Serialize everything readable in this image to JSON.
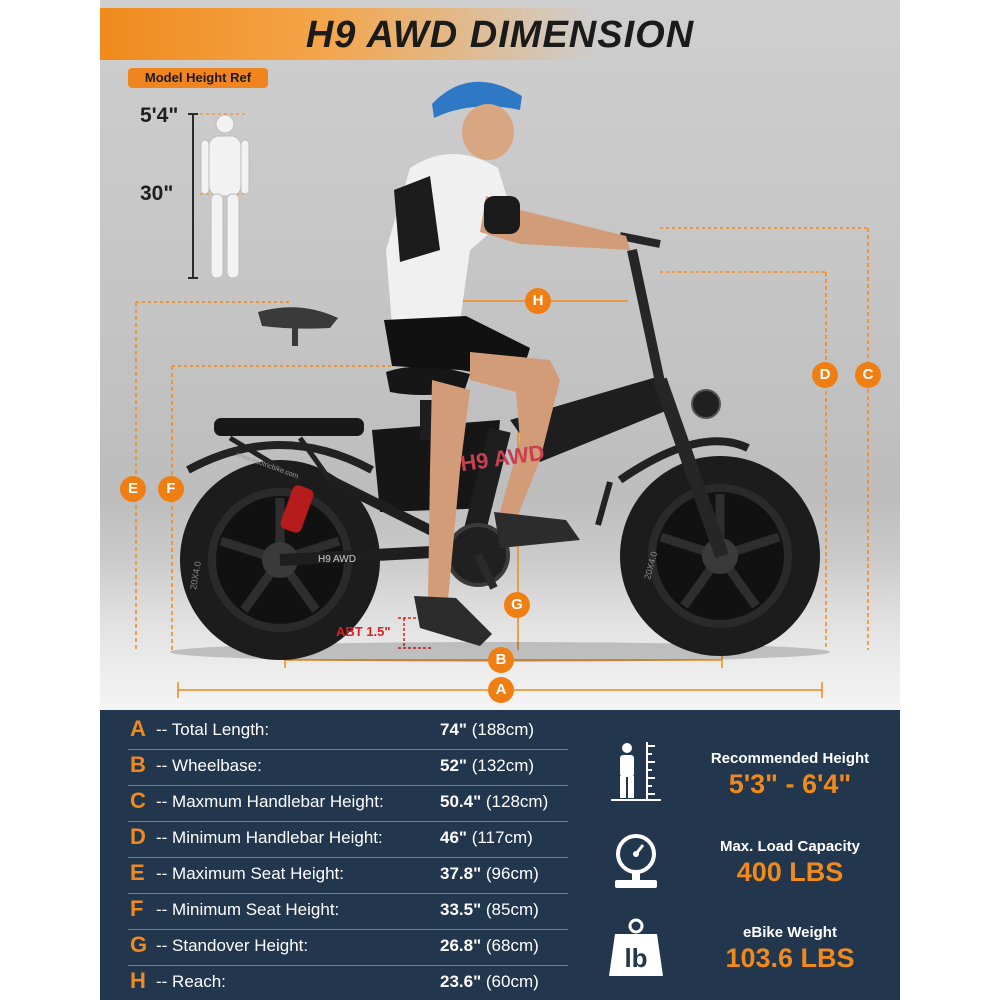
{
  "title": "H9 AWD DIMENSION",
  "model_ref": {
    "label": "Model Height Ref",
    "height_full": "5'4\"",
    "height_inseam": "30\""
  },
  "bike": {
    "brand_text": "H9 AWD",
    "chain_label": "H9 AWD",
    "tire_label": "20X4.0",
    "website": "www.ecotricbike.com"
  },
  "annotation": {
    "abt": "ABT 1.5\""
  },
  "dimension_labels": [
    "A",
    "B",
    "C",
    "D",
    "E",
    "F",
    "G",
    "H"
  ],
  "specs": [
    {
      "letter": "A",
      "label": "--  Total Length:",
      "value_main": "74\"",
      "value_metric": " (188cm)"
    },
    {
      "letter": "B",
      "label": "--  Wheelbase:",
      "value_main": "52\"",
      "value_metric": " (132cm)"
    },
    {
      "letter": "C",
      "label": "--  Maxmum Handlebar Height:",
      "value_main": "50.4\"",
      "value_metric": " (128cm)"
    },
    {
      "letter": "D",
      "label": "--  Minimum Handlebar Height:",
      "value_main": "46\"",
      "value_metric": " (117cm)"
    },
    {
      "letter": "E",
      "label": "--  Maximum Seat Height:",
      "value_main": "37.8\"",
      "value_metric": " (96cm)"
    },
    {
      "letter": "F",
      "label": "--  Minimum Seat Height:",
      "value_main": "33.5\"",
      "value_metric": " (85cm)"
    },
    {
      "letter": "G",
      "label": "--  Standover Height:",
      "value_main": "26.8\"",
      "value_metric": " (68cm)"
    },
    {
      "letter": "H",
      "label": "--  Reach:",
      "value_main": "23.6\"",
      "value_metric": " (60cm)"
    }
  ],
  "stats": {
    "height": {
      "label": "Recommended Height",
      "value": "5'3\" - 6'4\"",
      "icon": "person-height-icon"
    },
    "load": {
      "label": "Max. Load Capacity",
      "value": "400 LBS",
      "icon": "scale-icon"
    },
    "weight": {
      "label": "eBike Weight",
      "value": "103.6 LBS",
      "icon": "weight-lb-icon"
    }
  },
  "colors": {
    "accent": "#f08a1c",
    "panel": "#22364e",
    "bike": "#1a1a1a"
  }
}
